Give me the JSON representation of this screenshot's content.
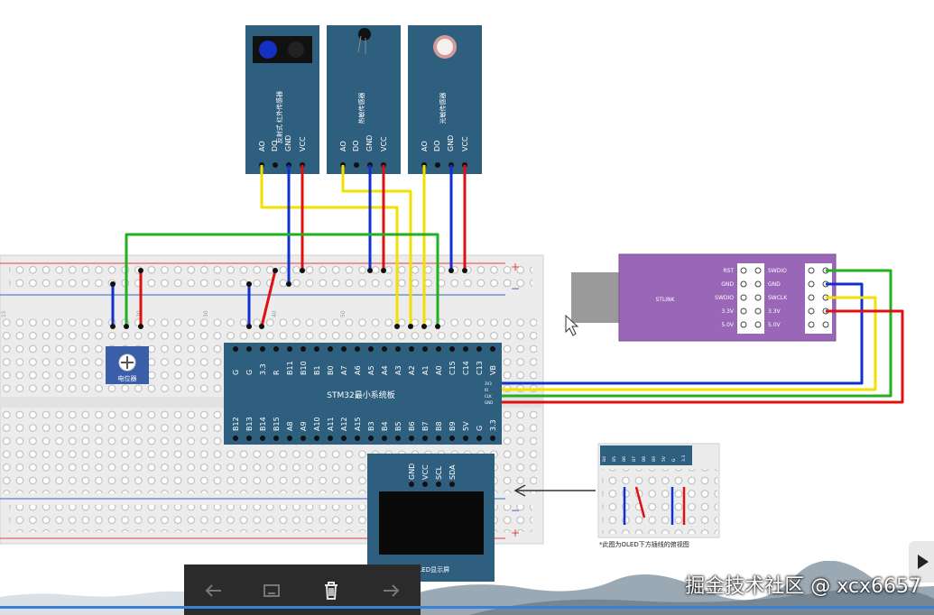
{
  "sensors": [
    {
      "label": "反射式\n红外传感器",
      "pins": [
        "AO",
        "DO",
        "GND",
        "VCC"
      ]
    },
    {
      "label": "热敏传感器",
      "pins": [
        "AO",
        "DO",
        "GND",
        "VCC"
      ]
    },
    {
      "label": "光敏传感器",
      "pins": [
        "AO",
        "DO",
        "GND",
        "VCC"
      ]
    }
  ],
  "potentiometer_label": "电位器",
  "stm32": {
    "title": "STM32最小系统板",
    "top_pins": [
      "G",
      "G",
      "3.3",
      "R",
      "B11",
      "B10",
      "B1",
      "B0",
      "A7",
      "A6",
      "A5",
      "A4",
      "A3",
      "A2",
      "A1",
      "A0",
      "C15",
      "C14",
      "C13",
      "VB"
    ],
    "bottom_pins": [
      "B12",
      "B13",
      "B14",
      "B15",
      "A8",
      "A9",
      "A10",
      "A11",
      "A12",
      "A15",
      "B3",
      "B4",
      "B5",
      "B6",
      "B7",
      "B8",
      "B9",
      "5V",
      "G",
      "3.3"
    ],
    "side_pins": [
      "3V3",
      "IO",
      "CLK",
      "GND"
    ]
  },
  "stlink": {
    "name": "STLINK",
    "left_labels": [
      "RST",
      "GND",
      "SWDIO",
      "3.3V",
      "5.0V"
    ],
    "right_labels": [
      "SWDIO",
      "GND",
      "SWCLK",
      "3.3V",
      "5.0V"
    ]
  },
  "oled": {
    "pins": [
      "GND",
      "VCC",
      "SCL",
      "SDA"
    ],
    "label": "OLED显示屏"
  },
  "inset_note": "*此图为OLED下方插线的俯视图",
  "inset_pins": [
    "B4",
    "B5",
    "B6",
    "B7",
    "B8",
    "B9",
    "5V",
    "G",
    "3.3"
  ],
  "breadboard_numbers": [
    "15",
    "20",
    "30",
    "40",
    "50"
  ],
  "rail_plus": "+",
  "rail_minus": "−",
  "watermark": "掘金技术社区 @ xcx6657",
  "colors": {
    "board_blue": "#2f5f7f",
    "board_teal": "#3a6b7e",
    "stlink_purple": "#9966b8",
    "wire_yellow": "#f2e000",
    "wire_blue": "#1030d0",
    "wire_red": "#e01010",
    "wire_green": "#20b020",
    "rail_red": "#e04040",
    "rail_blue": "#4060c0"
  },
  "icons": [
    "back-arrow-icon",
    "rotate-icon",
    "trash-icon",
    "forward-arrow-icon",
    "play-icon",
    "mouse-cursor-icon"
  ]
}
